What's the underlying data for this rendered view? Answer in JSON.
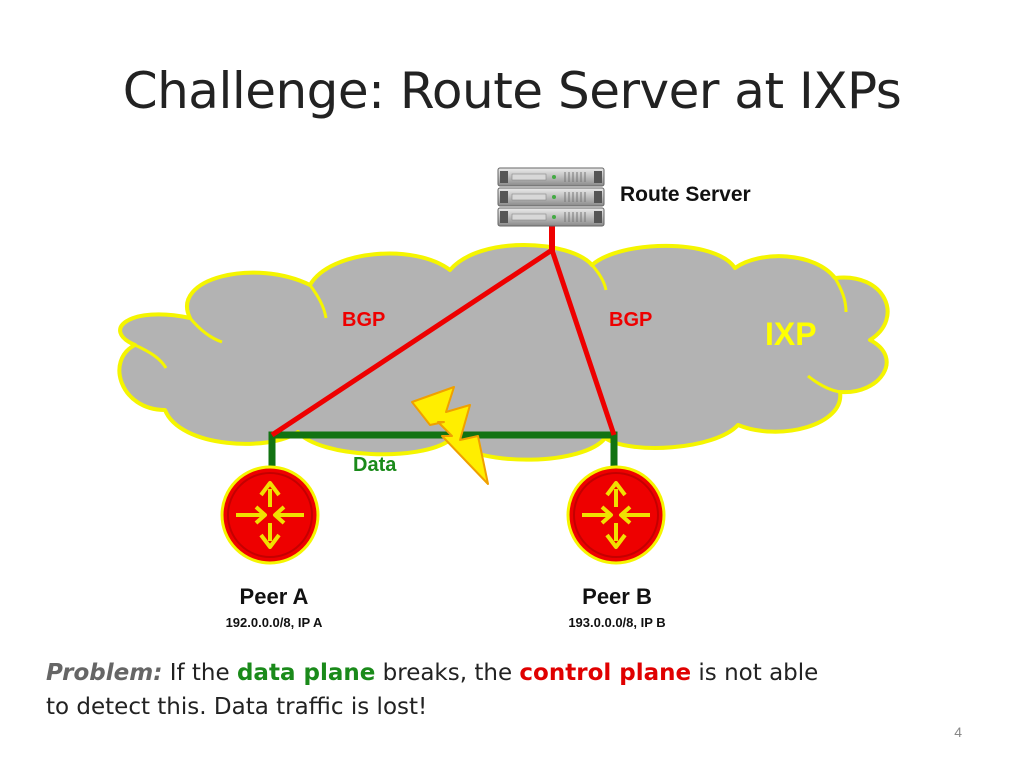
{
  "slide": {
    "title": "Challenge: Route Server at IXPs",
    "page_number": "4"
  },
  "diagram": {
    "route_server_label": "Route Server",
    "ixp_label": "IXP",
    "bgp_left_label": "BGP",
    "bgp_right_label": "BGP",
    "data_label": "Data",
    "peer_a": {
      "name": "Peer A",
      "detail": "192.0.0.0/8, IP A"
    },
    "peer_b": {
      "name": "Peer B",
      "detail": "193.0.0.0/8, IP B"
    },
    "icons": [
      "server-icon",
      "cloud-icon",
      "lightning-icon",
      "router-icon"
    ],
    "colors": {
      "cloud_fill": "#b3b3b3",
      "cloud_border": "#f5f500",
      "bgp_line": "#ff0000",
      "data_line": "#127312",
      "router_fill": "#ee0000",
      "router_arrows": "#f0e000",
      "ixp_text": "#ffff00",
      "bgp_text": "#ee0000",
      "data_text": "#1a8a1a"
    }
  },
  "problem": {
    "lead": "Problem:",
    "part1": " If the ",
    "data_plane": "data plane",
    "part2": " breaks, the ",
    "control_plane": "control plane",
    "part3": " is not able to detect this. Data traffic is lost!"
  }
}
